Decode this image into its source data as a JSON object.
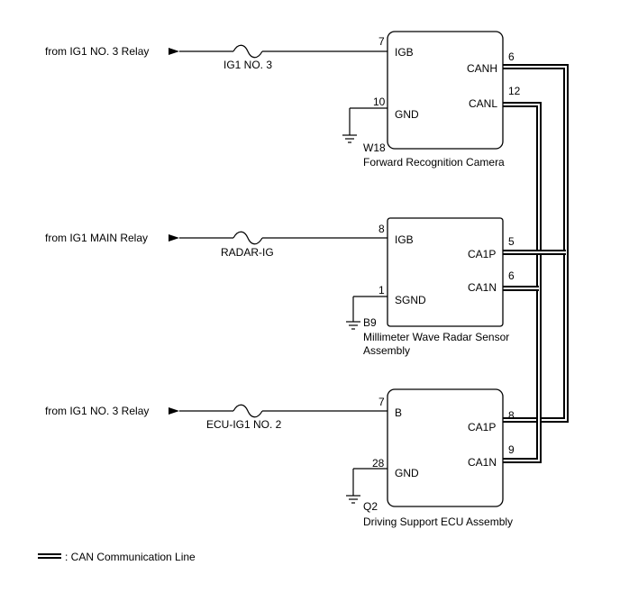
{
  "legend": {
    "label": ": CAN Communication Line"
  },
  "components": [
    {
      "code": "W18",
      "name": "Forward Recognition Camera",
      "name_line2": "",
      "source": "from IG1 NO. 3 Relay",
      "fuse": "IG1 NO. 3",
      "pins": [
        {
          "num": "7",
          "label": "IGB"
        },
        {
          "num": "10",
          "label": "GND"
        },
        {
          "num": "6",
          "label": "CANH"
        },
        {
          "num": "12",
          "label": "CANL"
        }
      ]
    },
    {
      "code": "B9",
      "name": "Millimeter Wave Radar Sensor",
      "name_line2": "Assembly",
      "source": "from IG1 MAIN Relay",
      "fuse": "RADAR-IG",
      "pins": [
        {
          "num": "8",
          "label": "IGB"
        },
        {
          "num": "1",
          "label": "SGND"
        },
        {
          "num": "5",
          "label": "CA1P"
        },
        {
          "num": "6",
          "label": "CA1N"
        }
      ]
    },
    {
      "code": "Q2",
      "name": "Driving Support ECU Assembly",
      "name_line2": "",
      "source": "from IG1 NO. 3 Relay",
      "fuse": "ECU-IG1 NO. 2",
      "pins": [
        {
          "num": "7",
          "label": "B"
        },
        {
          "num": "28",
          "label": "GND"
        },
        {
          "num": "8",
          "label": "CA1P"
        },
        {
          "num": "9",
          "label": "CA1N"
        }
      ]
    }
  ]
}
